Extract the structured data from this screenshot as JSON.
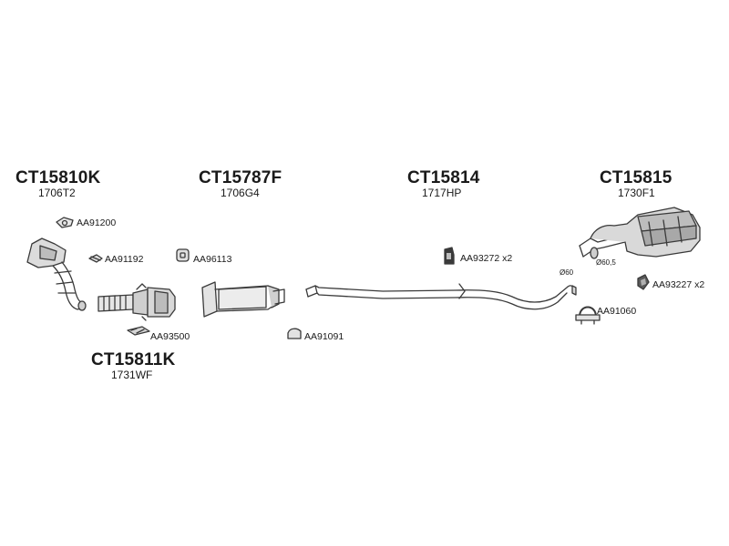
{
  "assemblies": [
    {
      "code": "CT15810K",
      "ref": "1706T2"
    },
    {
      "code": "CT15787F",
      "ref": "1706G4"
    },
    {
      "code": "CT15814",
      "ref": "1717HP"
    },
    {
      "code": "CT15815",
      "ref": "1730F1"
    },
    {
      "code": "CT15811K",
      "ref": "1731WF"
    }
  ],
  "accessories": [
    {
      "label": "AA91200"
    },
    {
      "label": "AA91192"
    },
    {
      "label": "AA93500"
    },
    {
      "label": "AA96113"
    },
    {
      "label": "AA91091"
    },
    {
      "label": "AA93272 x2"
    },
    {
      "label": "AA93227 x2"
    },
    {
      "label": "AA91060"
    }
  ],
  "dimensions": {
    "pipe_dia": "Ø60",
    "muffler_dia": "Ø60,5"
  }
}
